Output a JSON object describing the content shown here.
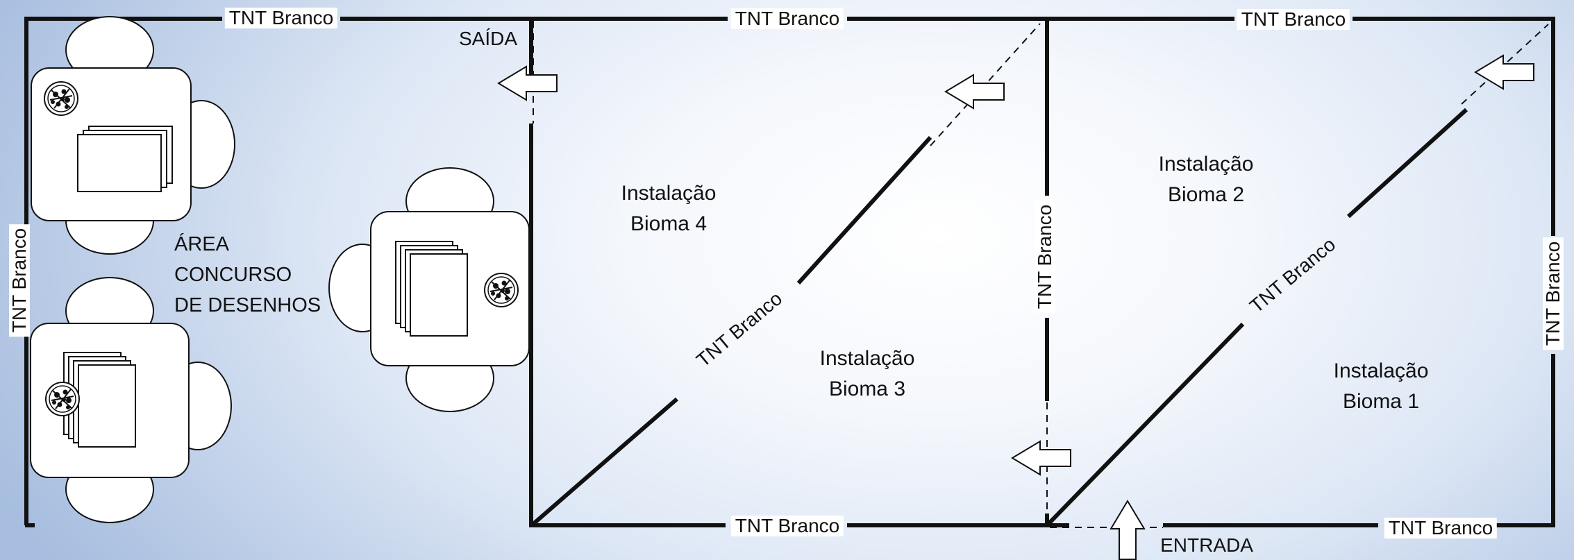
{
  "labels": {
    "tnt": "TNT Branco",
    "exit": "SAÍDA",
    "entrance": "ENTRADA"
  },
  "drawing_area": {
    "line1": "ÁREA",
    "line2": "CONCURSO",
    "line3": "DE DESENHOS"
  },
  "installations": [
    {
      "line1": "Instalação",
      "line2": "Bioma 4"
    },
    {
      "line1": "Instalação",
      "line2": "Bioma 3"
    },
    {
      "line1": "Instalação",
      "line2": "Bioma 2"
    },
    {
      "line1": "Instalação",
      "line2": "Bioma 1"
    }
  ],
  "icons": {
    "table": "table-icon",
    "chair": "chair-icon",
    "papers": "paper-stack-icon",
    "pencil_cup": "pencil-cup-icon",
    "arrow": "arrow-icon"
  }
}
